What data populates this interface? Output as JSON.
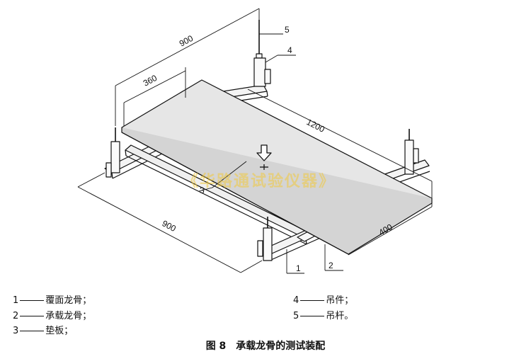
{
  "dimensions": {
    "d900_top": "900",
    "d360": "360",
    "d1200": "1200",
    "d900_bottom": "900",
    "d400": "400"
  },
  "callouts": {
    "c1": "1",
    "c2": "2",
    "c3": "3",
    "c4": "4",
    "c5": "5"
  },
  "legend": [
    {
      "num": "1",
      "text": "覆面龙骨；"
    },
    {
      "num": "2",
      "text": "承载龙骨；"
    },
    {
      "num": "3",
      "text": "垫板；"
    },
    {
      "num": "4",
      "text": "吊件；"
    },
    {
      "num": "5",
      "text": "吊杆。"
    }
  ],
  "caption": "图 8　承载龙骨的测试装配",
  "watermark": "《华路通试验仪器》",
  "colors": {
    "line": "#111111",
    "board": "#e6e6e6",
    "watermark": "#f0c83c"
  }
}
